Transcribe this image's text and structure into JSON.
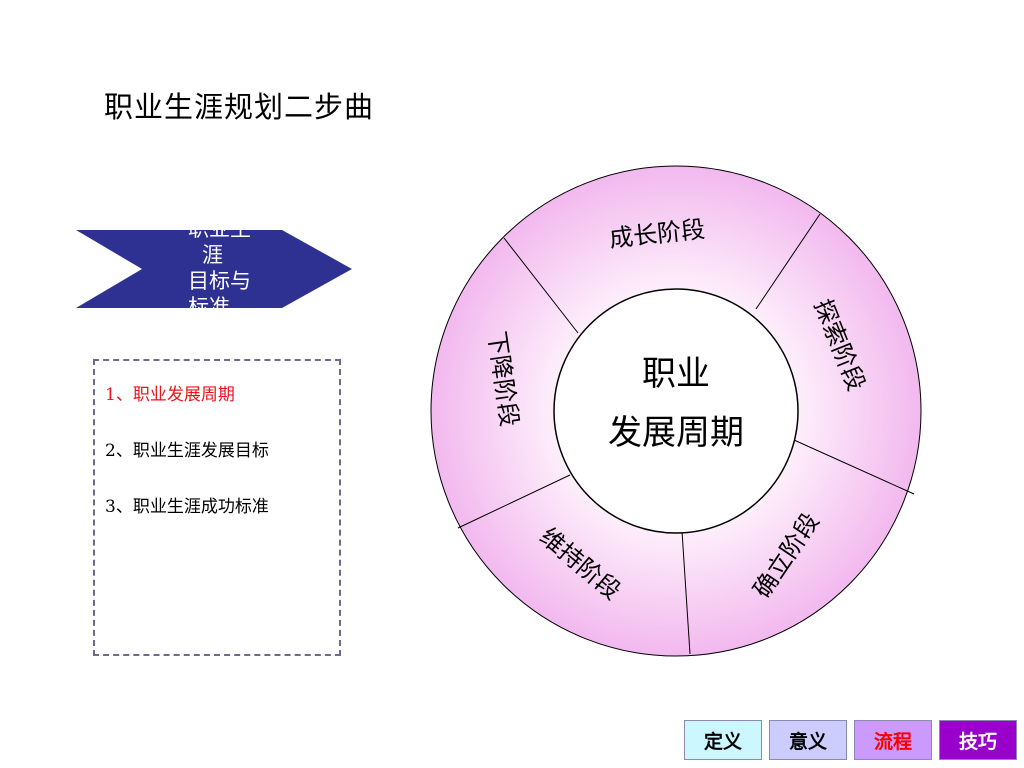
{
  "title": "职业生涯规划二步曲",
  "arrow_label": [
    "职业生",
    "涯",
    "目标与",
    "标准"
  ],
  "menu": [
    {
      "label": "1、职业发展周期",
      "active": true
    },
    {
      "label": "2、职业生涯发展目标",
      "active": false
    },
    {
      "label": "3、职业生涯成功标准",
      "active": false
    }
  ],
  "diagram": {
    "center_line1": "职业",
    "center_line2": "发展周期",
    "stages": [
      "成长阶段",
      "探索阶段",
      "确立阶段",
      "维持阶段",
      "下降阶段"
    ]
  },
  "nav": [
    {
      "label": "定义",
      "bg": "#ccf7ff",
      "color": "#000000"
    },
    {
      "label": "意义",
      "bg": "#ccccff",
      "color": "#000000"
    },
    {
      "label": "流程",
      "bg": "#cc99ff",
      "color": "#ff0000"
    },
    {
      "label": "技巧",
      "bg": "#9900cc",
      "color": "#ffffff"
    }
  ],
  "colors": {
    "arrow": "#2e3192",
    "ring_outer": "#f2b8ee",
    "ring_inner": "#fdeefb"
  }
}
